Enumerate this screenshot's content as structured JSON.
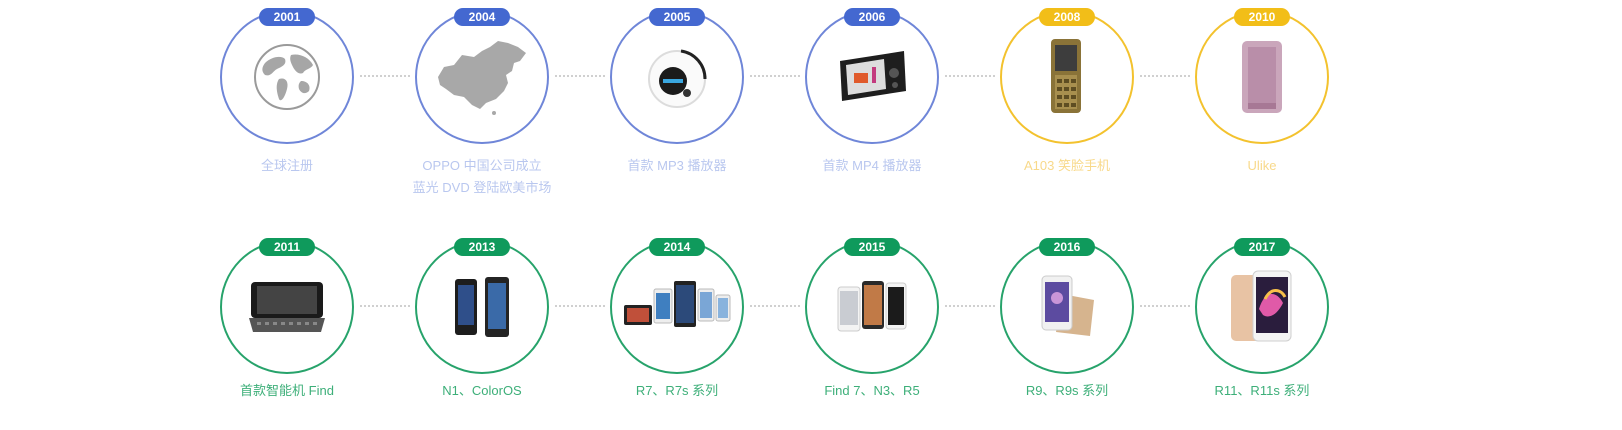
{
  "row1": [
    {
      "year": "2001",
      "caption": [
        "全球注册"
      ],
      "icon": "globe-icon",
      "theme": "blue"
    },
    {
      "year": "2004",
      "caption": [
        "OPPO 中国公司成立",
        "蓝光 DVD 登陆欧美市场"
      ],
      "icon": "china-map-icon",
      "theme": "blue"
    },
    {
      "year": "2005",
      "caption": [
        "首款 MP3 播放器"
      ],
      "icon": "mp3-player-icon",
      "theme": "blue"
    },
    {
      "year": "2006",
      "caption": [
        "首款 MP4 播放器"
      ],
      "icon": "mp4-player-icon",
      "theme": "blue"
    },
    {
      "year": "2008",
      "caption": [
        "A103 笑脸手机"
      ],
      "icon": "feature-phone-icon",
      "theme": "yellow"
    },
    {
      "year": "2010",
      "caption": [
        "Ulike"
      ],
      "icon": "ulike-phone-icon",
      "theme": "yellow"
    }
  ],
  "row2": [
    {
      "year": "2011",
      "caption": [
        "首款智能机 Find"
      ],
      "icon": "slider-phone-icon",
      "theme": "green"
    },
    {
      "year": "2013",
      "caption": [
        "N1、ColorOS"
      ],
      "icon": "n1-phones-icon",
      "theme": "green"
    },
    {
      "year": "2014",
      "caption": [
        "R7、R7s 系列"
      ],
      "icon": "r7-devices-icon",
      "theme": "green"
    },
    {
      "year": "2015",
      "caption": [
        "Find 7、N3、R5"
      ],
      "icon": "find7-phones-icon",
      "theme": "green"
    },
    {
      "year": "2016",
      "caption": [
        "R9、R9s 系列"
      ],
      "icon": "r9-phones-icon",
      "theme": "green"
    },
    {
      "year": "2017",
      "caption": [
        "R11、R11s 系列"
      ],
      "icon": "r11-phone-icon",
      "theme": "green"
    }
  ],
  "colors": {
    "blue": "#4468d0",
    "yellow": "#f2be18",
    "green": "#0f9a5c"
  }
}
